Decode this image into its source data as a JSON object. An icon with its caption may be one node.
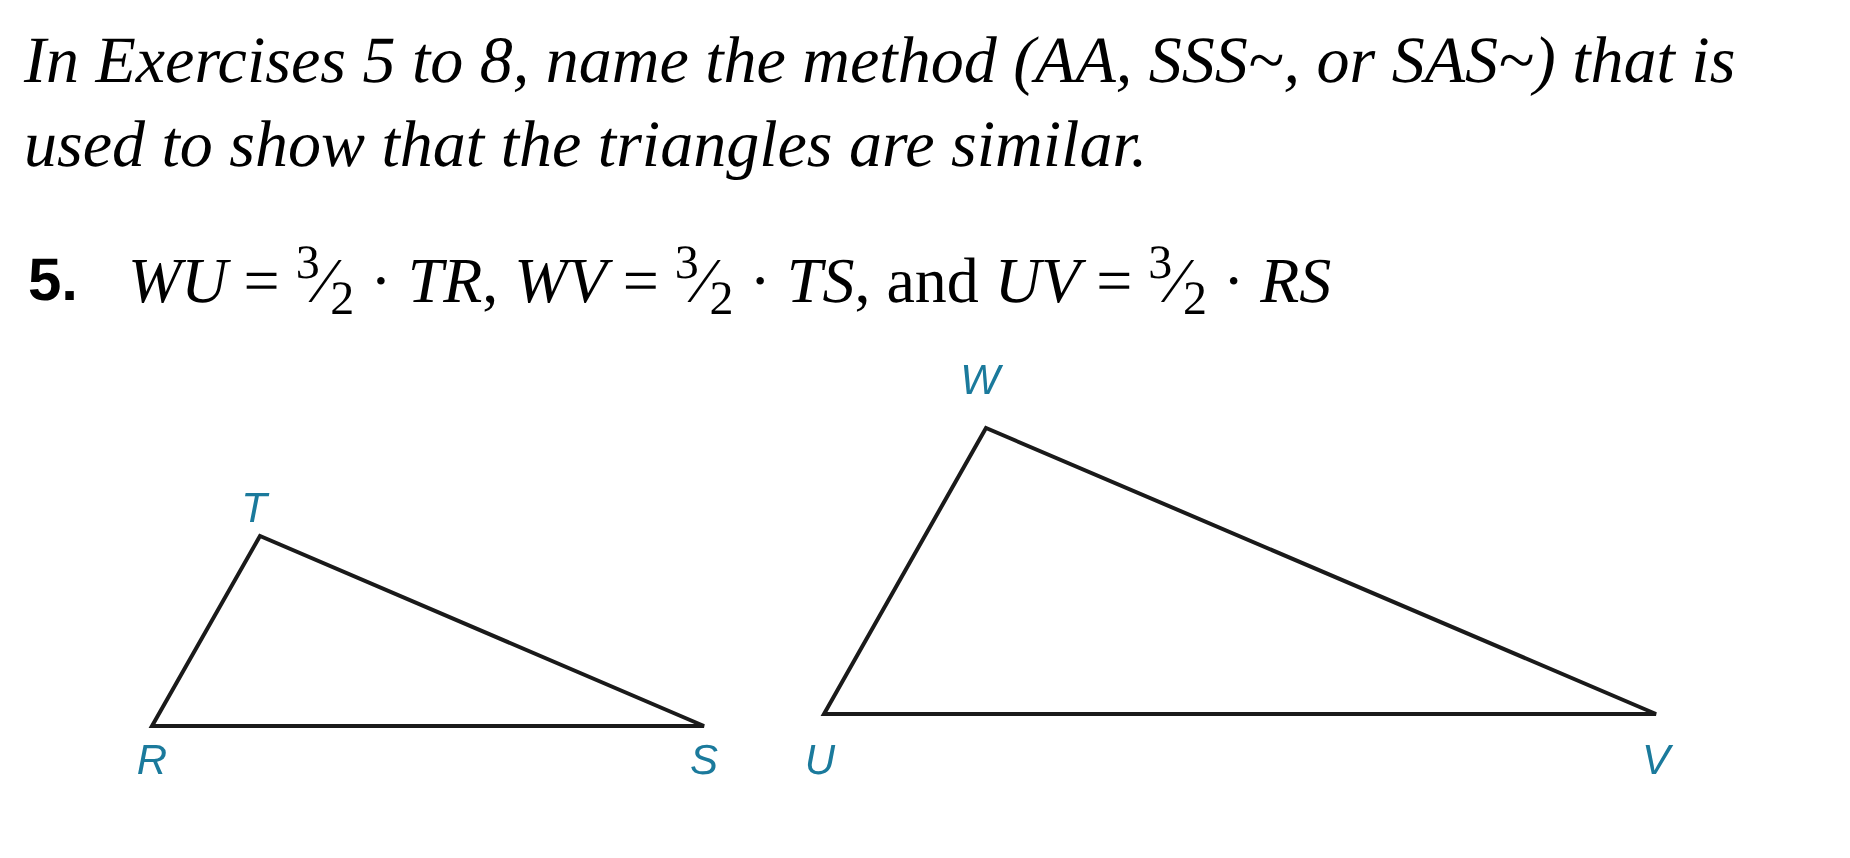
{
  "diagram": {
    "labels": [
      "In Exercises 5 to 8, name the method (AA, SSS~, or SAS~) that is used to show that the triangles are similar.",
      "5.",
      "*WU* = $^{3}$⁄$_{2}$ · *TR*, *WV* = $^{3}$⁄$_{2}$ · *TS*, and *UV* = $^{3}$⁄$_{2}$ · *RS*",
      "W",
      "T",
      "R",
      "S",
      "U",
      "V"
    ]
  }
}
